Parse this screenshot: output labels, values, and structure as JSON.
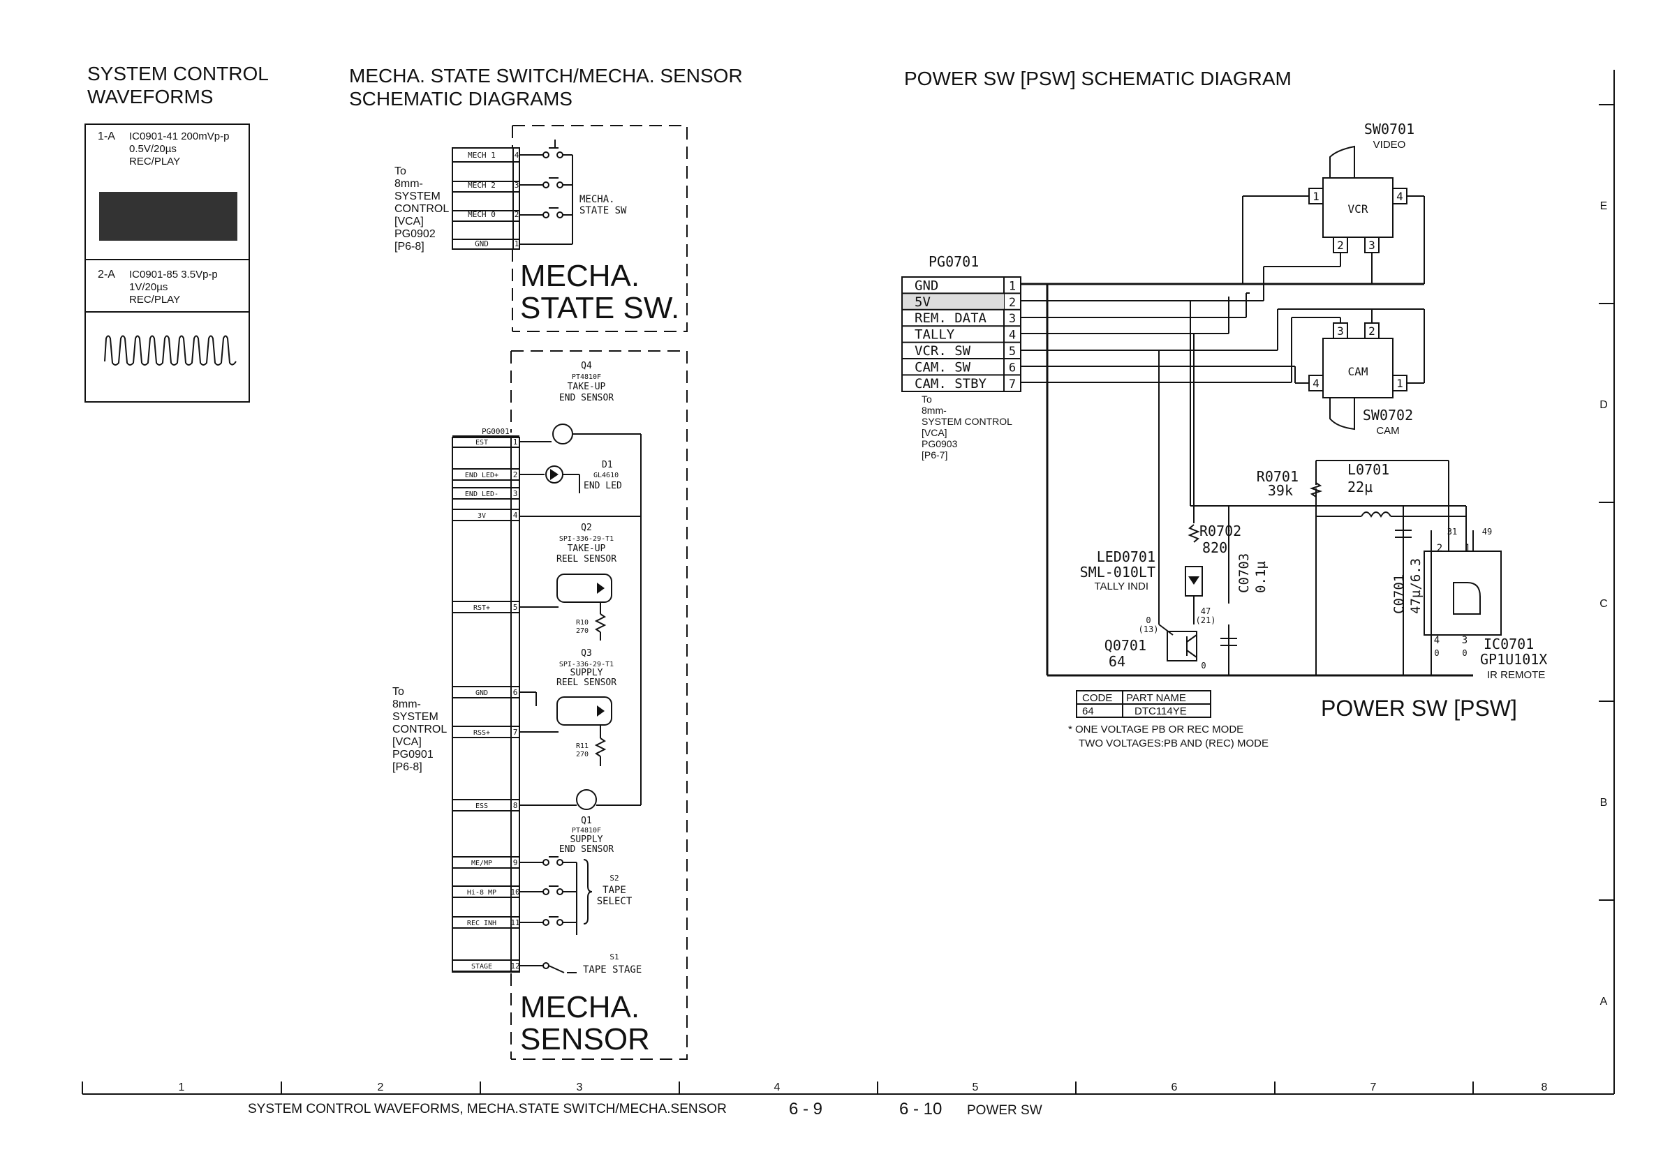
{
  "sections": {
    "waveforms_title": [
      "SYSTEM CONTROL",
      "WAVEFORMS"
    ],
    "mecha_title": [
      "MECHA. STATE SWITCH/MECHA. SENSOR",
      "SCHEMATIC DIAGRAMS"
    ],
    "psw_title": "POWER SW [PSW] SCHEMATIC DIAGRAM"
  },
  "waveforms": {
    "w1": {
      "id": "1-A",
      "line1": "IC0901-41  200mVp-p",
      "line2": "0.5V/20µs",
      "line3": "REC/PLAY"
    },
    "w2": {
      "id": "2-A",
      "line1": "IC0901-85  3.5Vp-p",
      "line2": "1V/20µs",
      "line3": "REC/PLAY"
    }
  },
  "mecha_state": {
    "connector_pins": [
      {
        "label": "MECH 1",
        "pin": "4"
      },
      {
        "label": "MECH 2",
        "pin": "3"
      },
      {
        "label": "MECH 0",
        "pin": "2"
      },
      {
        "label": "GND",
        "pin": "1"
      }
    ],
    "to_label": [
      "To",
      "8mm-",
      "SYSTEM",
      "CONTROL",
      "[VCA]",
      "PG0902",
      "[P6-8]"
    ],
    "switch_label": [
      "MECHA.",
      "STATE SW"
    ],
    "big_label": [
      "MECHA.",
      "STATE SW."
    ]
  },
  "mecha_sensor": {
    "connector": "PG0001",
    "pins": [
      {
        "label": "EST",
        "pin": "1"
      },
      {
        "label": "END LED+",
        "pin": "2"
      },
      {
        "label": "END LED-",
        "pin": "3"
      },
      {
        "label": "3V",
        "pin": "4"
      },
      {
        "label": "RST+",
        "pin": "5"
      },
      {
        "label": "GND",
        "pin": "6"
      },
      {
        "label": "RSS+",
        "pin": "7"
      },
      {
        "label": "ESS",
        "pin": "8"
      },
      {
        "label": "ME/MP",
        "pin": "9"
      },
      {
        "label": "Hi-8 MP",
        "pin": "10"
      },
      {
        "label": "REC INH",
        "pin": "11"
      },
      {
        "label": "STAGE",
        "pin": "12"
      }
    ],
    "to_label": [
      "To",
      "8mm-",
      "SYSTEM",
      "CONTROL",
      "[VCA]",
      "PG0901",
      "[P6-8]"
    ],
    "q4": [
      "Q4",
      "PT4810F",
      "TAKE-UP",
      "END SENSOR"
    ],
    "d1": [
      "D1",
      "GL4610",
      "END LED"
    ],
    "q2": [
      "Q2",
      "SPI-336-29-T1",
      "TAKE-UP",
      "REEL SENSOR"
    ],
    "r10": [
      "R10",
      "270"
    ],
    "q3": [
      "Q3",
      "SPI-336-29-T1",
      "SUPPLY",
      "REEL SENSOR"
    ],
    "r11": [
      "R11",
      "270"
    ],
    "q1": [
      "Q1",
      "PT4810F",
      "SUPPLY",
      "END SENSOR"
    ],
    "s2": [
      "S2",
      "TAPE",
      "SELECT"
    ],
    "s1": [
      "S1",
      "TAPE STAGE"
    ],
    "big_label": [
      "MECHA.",
      "SENSOR"
    ]
  },
  "psw": {
    "connector": "PG0701",
    "pins": [
      {
        "label": "GND",
        "pin": "1"
      },
      {
        "label": "5V",
        "pin": "2"
      },
      {
        "label": "REM. DATA",
        "pin": "3"
      },
      {
        "label": "TALLY",
        "pin": "4"
      },
      {
        "label": "VCR. SW",
        "pin": "5"
      },
      {
        "label": "CAM. SW",
        "pin": "6"
      },
      {
        "label": "CAM. STBY",
        "pin": "7"
      }
    ],
    "to_label": [
      "To",
      "8mm-",
      "SYSTEM CONTROL",
      "[VCA]",
      "PG0903",
      "[P6-7]"
    ],
    "sw0701": {
      "ref": "SW0701",
      "name": "VIDEO",
      "body": "VCR",
      "pins": [
        "1",
        "4",
        "2",
        "3"
      ]
    },
    "sw0702": {
      "ref": "SW0702",
      "name": "CAM",
      "body": "CAM",
      "pins": [
        "3",
        "2",
        "4",
        "1"
      ]
    },
    "r0701": [
      "R0701",
      "39k"
    ],
    "l0701": [
      "L0701",
      "22µ"
    ],
    "r0702": [
      "R0702",
      "820"
    ],
    "led0701": [
      "LED0701",
      "SML-010LT",
      "TALLY INDI"
    ],
    "c0703": [
      "C0703",
      "0.1µ"
    ],
    "c0701": [
      "C0701",
      "47µ/6.3"
    ],
    "q0701": [
      "Q0701",
      "64"
    ],
    "ic0701": [
      "IC0701",
      "GP1U101X",
      "IR REMOTE"
    ],
    "voltages": {
      "v0": "0",
      "v13": "(13)",
      "v47": "47",
      "v21": "(21)",
      "v0b": "0",
      "v31": "31",
      "v49": "49",
      "v4": "4",
      "v3": "3",
      "v0c": "0",
      "v0d": "0"
    },
    "ic_pins": {
      "p2": "2",
      "p1": "1"
    },
    "table": {
      "headers": [
        "CODE",
        "PART NAME"
      ],
      "row": [
        "64",
        "DTC114YE"
      ]
    },
    "notes": [
      "* ONE VOLTAGE PB OR REC MODE",
      "TWO VOLTAGES:PB AND (REC) MODE"
    ],
    "big_label": "POWER SW [PSW]"
  },
  "grid": {
    "rows": [
      "E",
      "D",
      "C",
      "B",
      "A"
    ],
    "cols": [
      "1",
      "2",
      "3",
      "4",
      "5",
      "6",
      "7",
      "8"
    ]
  },
  "footer": {
    "left_title": "SYSTEM CONTROL WAVEFORMS, MECHA.STATE SWITCH/MECHA.SENSOR",
    "left_page": "6 - 9",
    "right_page": "6 - 10",
    "right_title": "POWER SW"
  }
}
